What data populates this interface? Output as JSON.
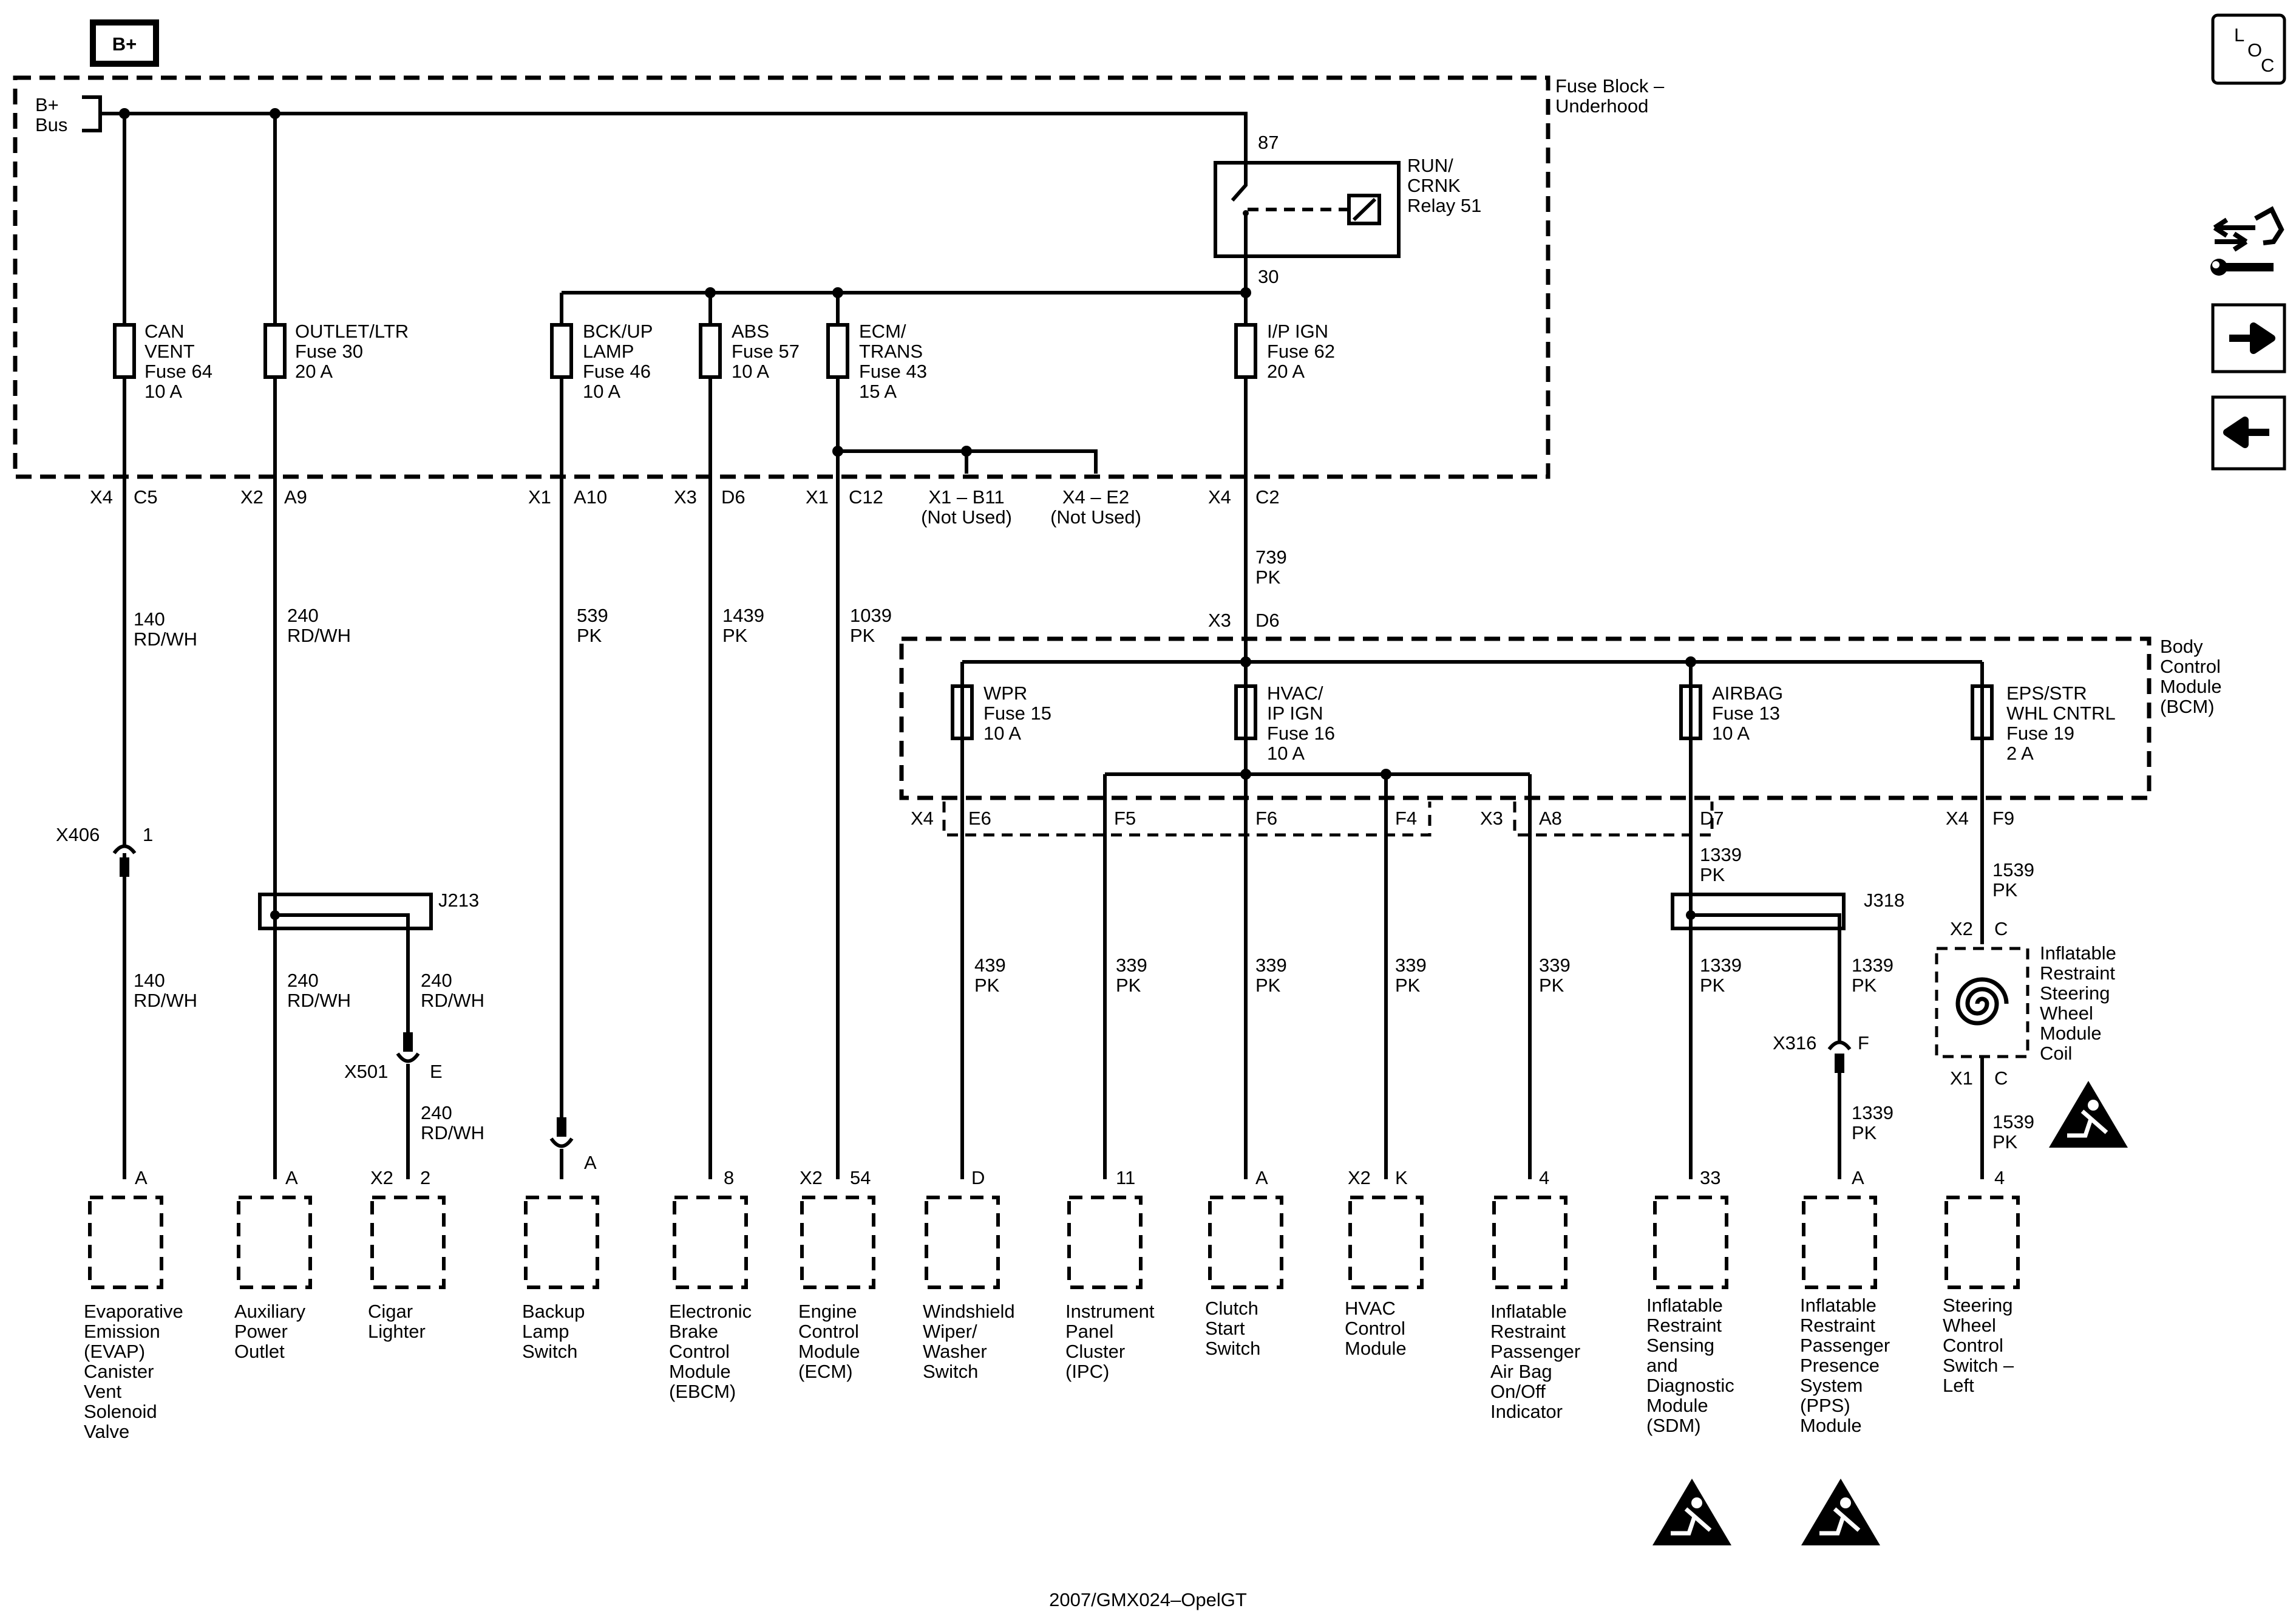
{
  "header": {
    "supply_label": "B+",
    "loc_icon": "L O C",
    "footer": "2007/GMX024–OpelGT"
  },
  "fuse_block": {
    "title": [
      "Fuse Block –",
      "Underhood"
    ],
    "bus": [
      "B+",
      "Bus"
    ],
    "relay": {
      "label": [
        "RUN/",
        "CRNK",
        "Relay 51"
      ],
      "pin_in": "87",
      "pin_out": "30"
    }
  },
  "fuses": [
    {
      "id": "can-vent",
      "lines": [
        "CAN",
        "VENT",
        "Fuse 64",
        "10 A"
      ]
    },
    {
      "id": "outlet-ltr",
      "lines": [
        "OUTLET/LTR",
        "Fuse 30",
        "20 A"
      ]
    },
    {
      "id": "bck-up-lamp",
      "lines": [
        "BCK/UP",
        "LAMP",
        "Fuse 46",
        "10 A"
      ]
    },
    {
      "id": "abs",
      "lines": [
        "ABS",
        "Fuse 57",
        "10 A"
      ]
    },
    {
      "id": "ecm-trans",
      "lines": [
        "ECM/",
        "TRANS",
        "Fuse 43",
        "15 A"
      ]
    },
    {
      "id": "ip-ign",
      "lines": [
        "I/P IGN",
        "Fuse 62",
        "20 A"
      ]
    },
    {
      "id": "wpr",
      "lines": [
        "WPR",
        "Fuse 15",
        "10 A"
      ]
    },
    {
      "id": "hvac-ip-ign",
      "lines": [
        "HVAC/",
        "IP IGN",
        "Fuse 16",
        "10 A"
      ]
    },
    {
      "id": "airbag",
      "lines": [
        "AIRBAG",
        "Fuse 13",
        "10 A"
      ]
    },
    {
      "id": "eps-str",
      "lines": [
        "EPS/STR",
        "WHL CNTRL",
        "Fuse 19",
        "2 A"
      ]
    }
  ],
  "fuse_block_pins": [
    {
      "conn": "X4",
      "pin": "C5"
    },
    {
      "conn": "X2",
      "pin": "A9"
    },
    {
      "conn": "X1",
      "pin": "A10"
    },
    {
      "conn": "X3",
      "pin": "D6"
    },
    {
      "conn": "X1",
      "pin": "C12"
    },
    {
      "conn": "X4",
      "pin": "C2"
    }
  ],
  "unused_pins": [
    [
      "X1 – B11",
      "(Not Used)"
    ],
    [
      "X4 – E2",
      "(Not Used)"
    ]
  ],
  "bcm": {
    "title": [
      "Body",
      "Control",
      "Module",
      "(BCM)"
    ],
    "input": {
      "conn": "X3",
      "pin": "D6"
    },
    "outputs": [
      {
        "conn": "X4",
        "pin": "E6"
      },
      {
        "conn": "",
        "pin": "F5"
      },
      {
        "conn": "",
        "pin": "F6"
      },
      {
        "conn": "",
        "pin": "F4"
      },
      {
        "conn": "X3",
        "pin": "A8"
      },
      {
        "conn": "",
        "pin": "D7"
      },
      {
        "conn": "X4",
        "pin": "F9"
      }
    ]
  },
  "wires": [
    {
      "circuit": "140",
      "color": "RD/WH"
    },
    {
      "circuit": "240",
      "color": "RD/WH"
    },
    {
      "circuit": "539",
      "color": "PK"
    },
    {
      "circuit": "1439",
      "color": "PK"
    },
    {
      "circuit": "1039",
      "color": "PK"
    },
    {
      "circuit": "739",
      "color": "PK"
    },
    {
      "circuit": "140",
      "color": "RD/WH"
    },
    {
      "circuit": "240",
      "color": "RD/WH"
    },
    {
      "circuit": "240",
      "color": "RD/WH"
    },
    {
      "circuit": "240",
      "color": "RD/WH"
    },
    {
      "circuit": "439",
      "color": "PK"
    },
    {
      "circuit": "339",
      "color": "PK"
    },
    {
      "circuit": "339",
      "color": "PK"
    },
    {
      "circuit": "339",
      "color": "PK"
    },
    {
      "circuit": "339",
      "color": "PK"
    },
    {
      "circuit": "1339",
      "color": "PK"
    },
    {
      "circuit": "1339",
      "color": "PK"
    },
    {
      "circuit": "1339",
      "color": "PK"
    },
    {
      "circuit": "1339",
      "color": "PK"
    },
    {
      "circuit": "1539",
      "color": "PK"
    },
    {
      "circuit": "1539",
      "color": "PK"
    }
  ],
  "connectors": [
    {
      "name": "X406",
      "pin": "1"
    },
    {
      "name": "X501",
      "pin": "E"
    },
    {
      "name": "X316",
      "pin": "F"
    }
  ],
  "splices": [
    "J213",
    "J318"
  ],
  "coil": {
    "label": [
      "Inflatable",
      "Restraint",
      "Steering",
      "Wheel",
      "Module",
      "Coil"
    ],
    "top": {
      "conn": "X2",
      "pin": "C"
    },
    "bottom": {
      "conn": "X1",
      "pin": "C"
    }
  },
  "components": [
    {
      "id": "evap",
      "conn": "",
      "pin": "A",
      "lines": [
        "Evaporative",
        "Emission",
        "(EVAP)",
        "Canister",
        "Vent",
        "Solenoid",
        "Valve"
      ]
    },
    {
      "id": "aux-outlet",
      "conn": "",
      "pin": "A",
      "lines": [
        "Auxiliary",
        "Power",
        "Outlet"
      ]
    },
    {
      "id": "cigar",
      "conn": "X2",
      "pin": "2",
      "lines": [
        "Cigar",
        "Lighter"
      ]
    },
    {
      "id": "backup",
      "conn": "",
      "pin": "A",
      "lines": [
        "Backup",
        "Lamp",
        "Switch"
      ]
    },
    {
      "id": "ebcm",
      "conn": "",
      "pin": "8",
      "lines": [
        "Electronic",
        "Brake",
        "Control",
        "Module",
        "(EBCM)"
      ]
    },
    {
      "id": "ecm",
      "conn": "X2",
      "pin": "54",
      "lines": [
        "Engine",
        "Control",
        "Module",
        "(ECM)"
      ]
    },
    {
      "id": "wiper",
      "conn": "",
      "pin": "D",
      "lines": [
        "Windshield",
        "Wiper/",
        "Washer",
        "Switch"
      ]
    },
    {
      "id": "ipc",
      "conn": "",
      "pin": "11",
      "lines": [
        "Instrument",
        "Panel",
        "Cluster",
        "(IPC)"
      ]
    },
    {
      "id": "clutch",
      "conn": "",
      "pin": "A",
      "lines": [
        "Clutch",
        "Start",
        "Switch"
      ]
    },
    {
      "id": "hvac",
      "conn": "X2",
      "pin": "K",
      "lines": [
        "HVAC",
        "Control",
        "Module"
      ]
    },
    {
      "id": "airbag-ind",
      "conn": "",
      "pin": "4",
      "lines": [
        "Inflatable",
        "Restraint",
        "Passenger",
        "Air Bag",
        "On/Off",
        "Indicator"
      ]
    },
    {
      "id": "sdm",
      "conn": "",
      "pin": "33",
      "lines": [
        "Inflatable",
        "Restraint",
        "Sensing",
        "and",
        "Diagnostic",
        "Module",
        "(SDM)"
      ]
    },
    {
      "id": "pps",
      "conn": "",
      "pin": "A",
      "lines": [
        "Inflatable",
        "Restraint",
        "Passenger",
        "Presence",
        "System",
        "(PPS)",
        "Module"
      ]
    },
    {
      "id": "swc",
      "conn": "",
      "pin": "4",
      "lines": [
        "Steering",
        "Wheel",
        "Control",
        "Switch –",
        "Left"
      ]
    }
  ]
}
